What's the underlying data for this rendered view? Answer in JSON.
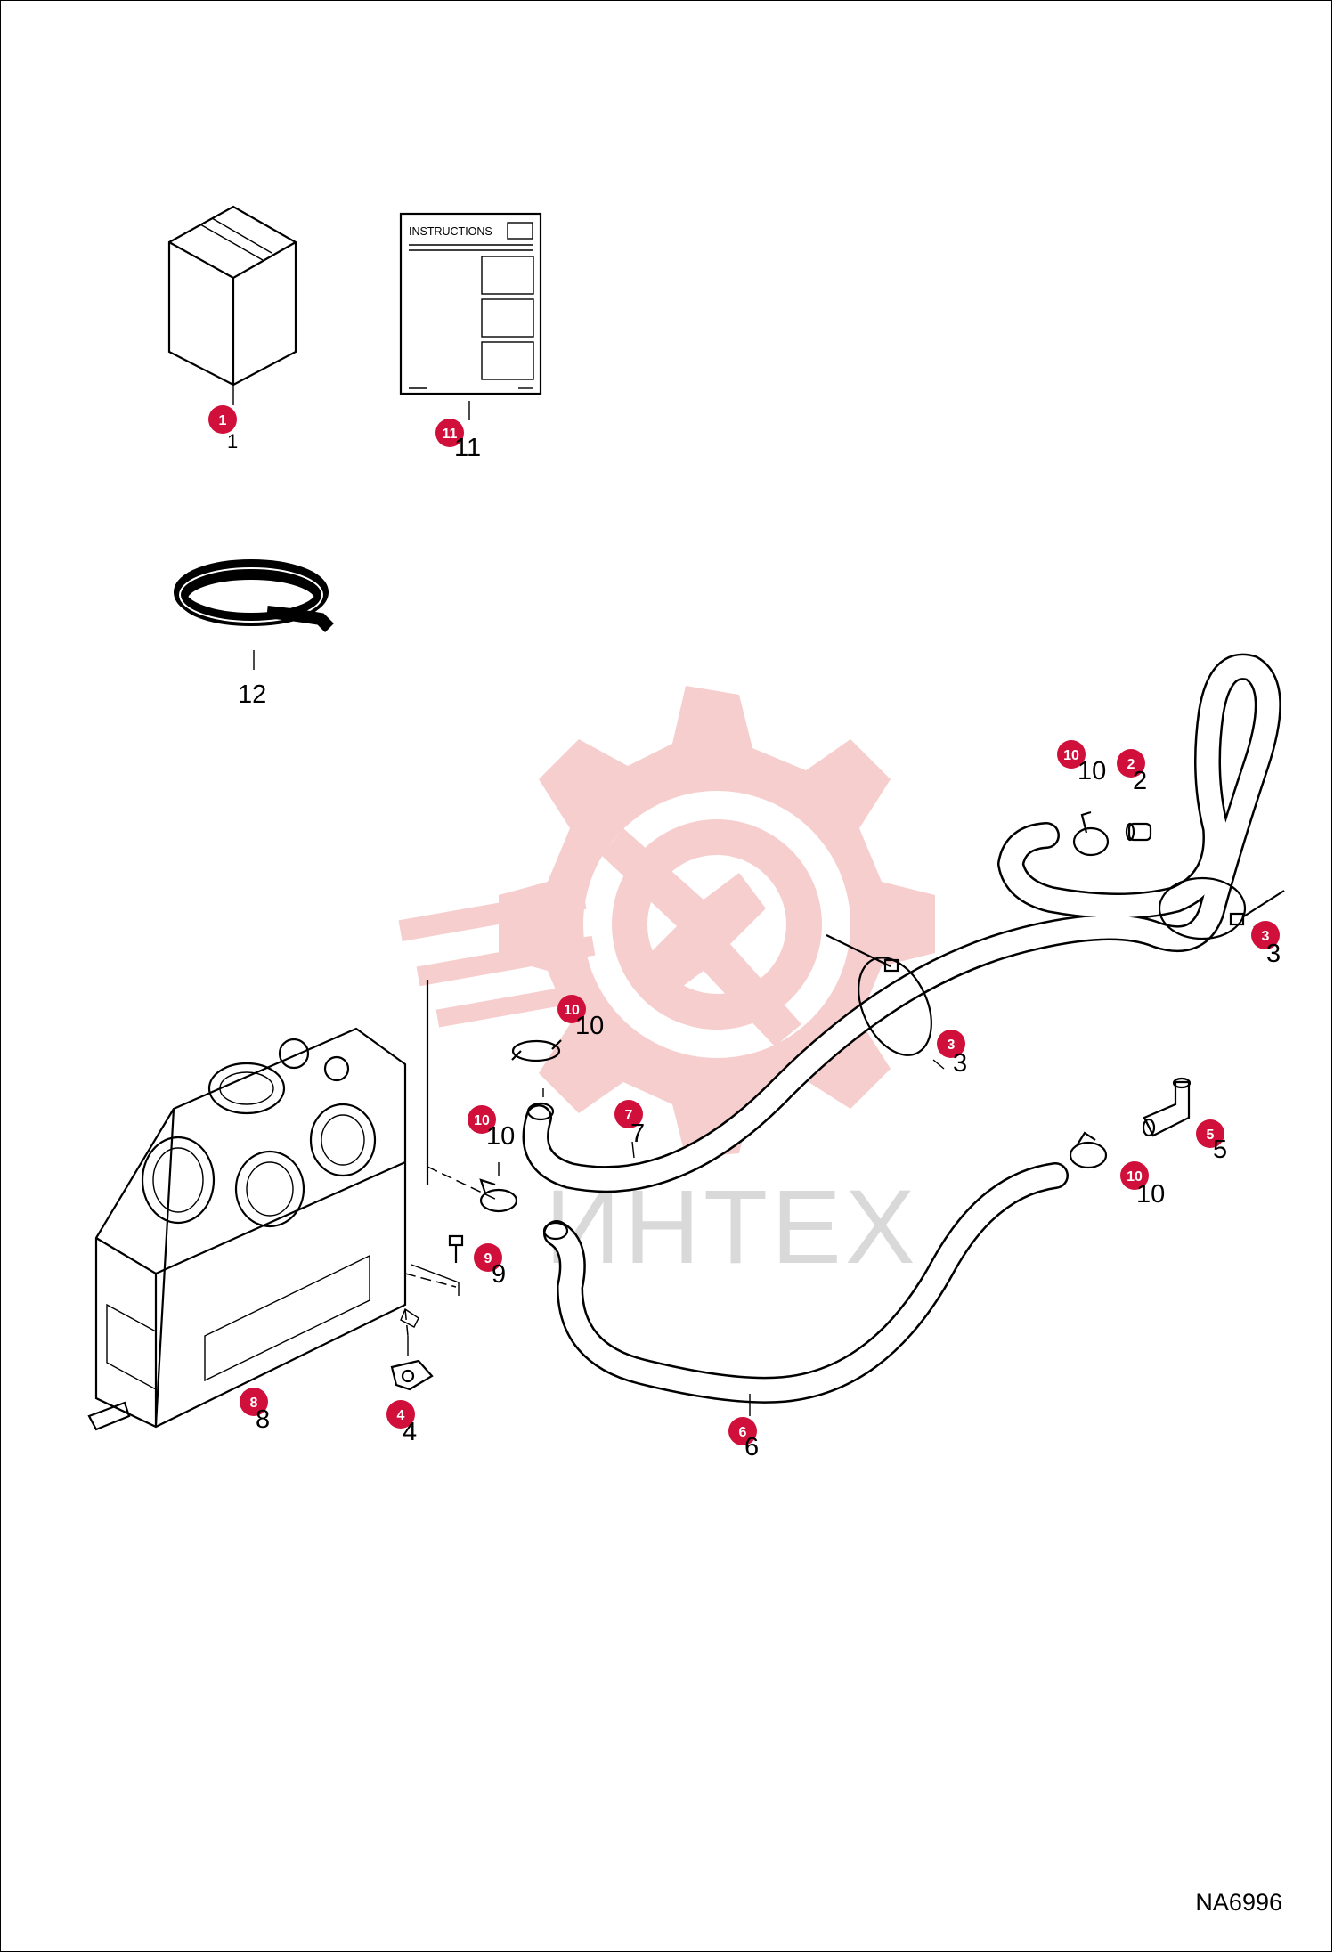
{
  "diagram": {
    "reference_code": "NA6996",
    "watermark_text": "ИНТЕХ",
    "instructions_title": "INSTRUCTIONS",
    "accent_color": "#d0103a",
    "watermark_color": "#f7c9c9",
    "callouts": [
      {
        "id": "c1",
        "badge": "1",
        "label": "1"
      },
      {
        "id": "c11",
        "badge": "11",
        "label": "11"
      },
      {
        "id": "c12",
        "badge": "",
        "label": "12"
      },
      {
        "id": "c10a",
        "badge": "10",
        "label": "10"
      },
      {
        "id": "c2",
        "badge": "2",
        "label": "2"
      },
      {
        "id": "c3a",
        "badge": "3",
        "label": "3"
      },
      {
        "id": "c3b",
        "badge": "3",
        "label": "3"
      },
      {
        "id": "c10b",
        "badge": "10",
        "label": "10"
      },
      {
        "id": "c7",
        "badge": "7",
        "label": "7"
      },
      {
        "id": "c10c",
        "badge": "10",
        "label": "10"
      },
      {
        "id": "c5",
        "badge": "5",
        "label": "5"
      },
      {
        "id": "c10d",
        "badge": "10",
        "label": "10"
      },
      {
        "id": "c9",
        "badge": "9",
        "label": "9"
      },
      {
        "id": "c8",
        "badge": "8",
        "label": "8"
      },
      {
        "id": "c4",
        "badge": "4",
        "label": "4"
      },
      {
        "id": "c6",
        "badge": "6",
        "label": "6"
      }
    ]
  }
}
